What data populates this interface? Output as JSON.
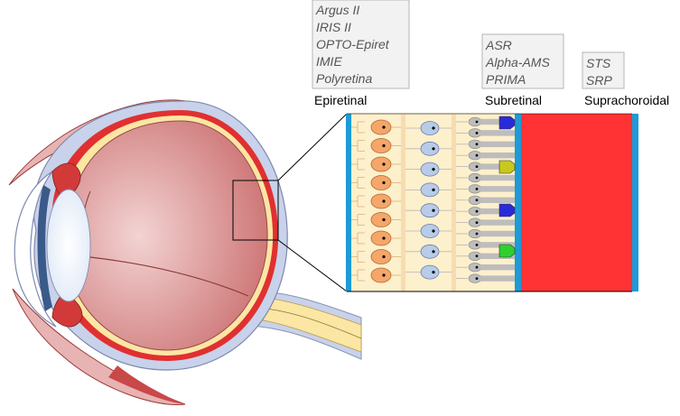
{
  "groups": {
    "epiretinal": {
      "label": "Epiretinal",
      "devices": [
        "Argus II",
        "IRIS II",
        "OPTO-Epiret",
        "IMIE",
        "Polyretina"
      ]
    },
    "subretinal": {
      "label": "Subretinal",
      "devices": [
        "ASR",
        "Alpha-AMS",
        "PRIMA"
      ]
    },
    "suprachoroidal": {
      "label": "Suprachoroidal",
      "devices": [
        "STS",
        "SRP"
      ]
    }
  },
  "colors": {
    "eye_outer": "#c8d2ea",
    "eye_red": "#e03030",
    "vitreous": "#d98b8b",
    "retina_yellow": "#fbe6a4",
    "choroid_red": "#ff3333",
    "blue_layer": "#1e9ad6",
    "ganglion_orange": "#f5a66a",
    "bipolar_blue": "#b8cbe8",
    "photoreceptor_grey": "#bdbdbd",
    "implant_blue": "#2a2ad8",
    "implant_olive": "#c8c81e",
    "implant_green": "#2ed02e"
  }
}
